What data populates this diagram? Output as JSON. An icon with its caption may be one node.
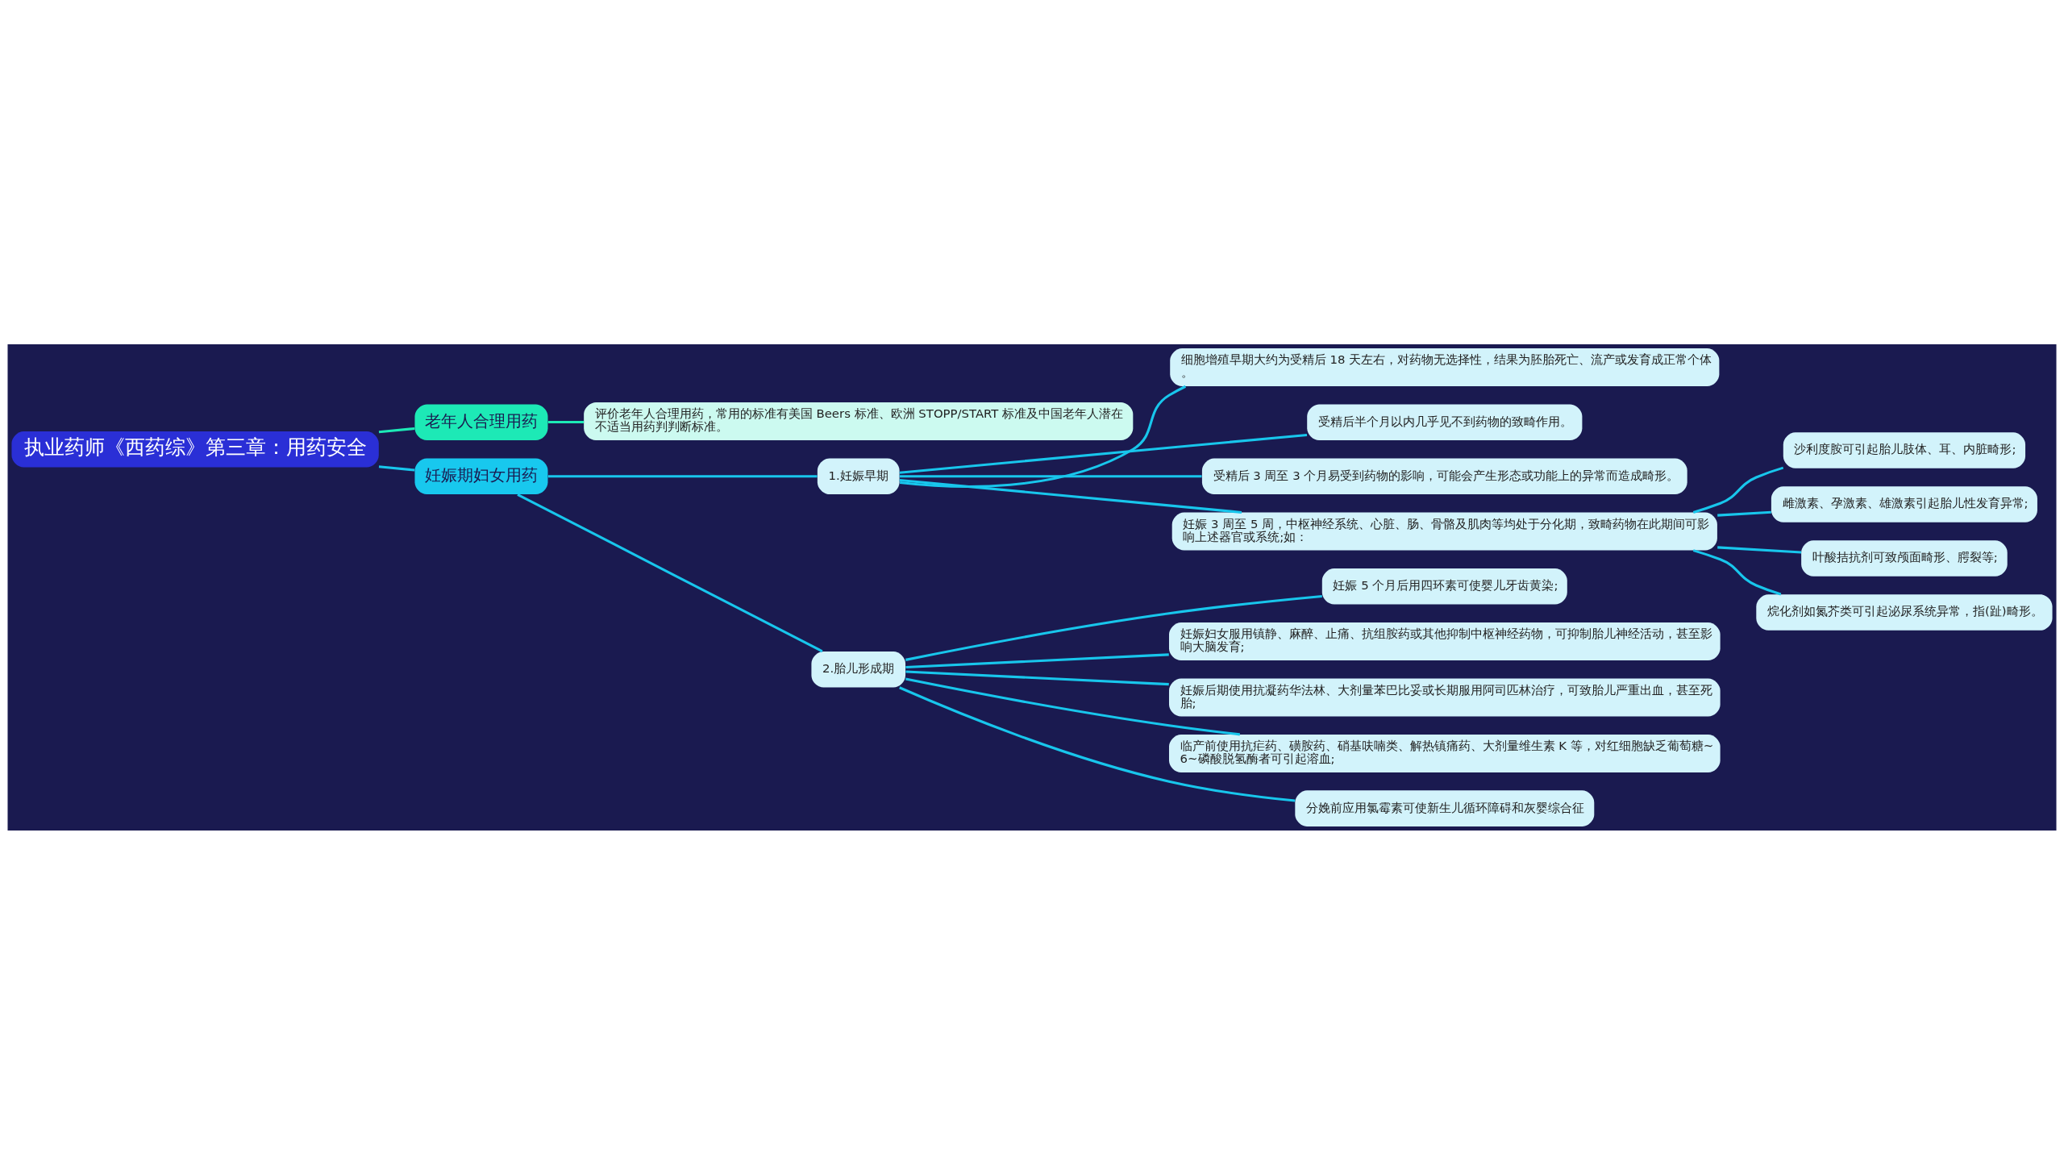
{
  "diagram": {
    "nodes": [
      {
        "text": [
          "执业药师《西药综》第三章：用药安全"
        ]
      },
      {
        "text": [
          "老年人合理用药"
        ]
      },
      {
        "text": [
          "评价老年人合理用药，常用的标准有美国 Beers 标准、欧洲 STOPP/START 标准及中国老年人潜在不适当用药判判断标准。"
        ]
      },
      {
        "text": [
          "妊娠期妇女用药"
        ]
      },
      {
        "text": [
          "1.妊娠早期"
        ]
      },
      {
        "text": [
          "细胞增殖早期大约为受精后 18 天左右，对药物无选择性，结果为胚胎死亡、流产或发育成正常个体。"
        ]
      },
      {
        "text": [
          "受精后半个月以内几乎见不到药物的致畸作用。"
        ]
      },
      {
        "text": [
          "受精后 3 周至 3 个月易受到药物的影响，可能会产生形态或功能上的异常而造成畸形。"
        ]
      },
      {
        "text": [
          "妊娠 3 周至 5 周，中枢神经系统、心脏、肠、骨骼及肌肉等均处于分化期，致畸药物在此期间可影响上述器官或系统;如："
        ]
      },
      {
        "text": [
          "沙利度胺可引起胎儿肢体、耳、内脏畸形;"
        ]
      },
      {
        "text": [
          "雌激素、孕激素、雄激素引起胎儿性发育异常;"
        ]
      },
      {
        "text": [
          "叶酸拮抗剂可致颅面畸形、腭裂等;"
        ]
      },
      {
        "text": [
          "烷化剂如氮芥类可引起泌尿系统异常，指(趾)畸形。"
        ]
      },
      {
        "text": [
          "2.胎儿形成期"
        ]
      },
      {
        "text": [
          "妊娠 5 个月后用四环素可使婴儿牙齿黄染;"
        ]
      },
      {
        "text": [
          "妊娠妇女服用镇静、麻醉、止痛、抗组胺药或其他抑制中枢神经药物，可抑制胎儿神经活动，甚至影响大脑发育;"
        ]
      },
      {
        "text": [
          "妊娠后期使用抗凝药华法林、大剂量苯巴比妥或长期服用阿司匹林治疗，可致胎儿严重出血，甚至死胎;"
        ]
      },
      {
        "text": [
          "临产前使用抗疟药、磺胺药、硝基呋喃类、解热镇痛药、大剂量维生素 K 等，对红细胞缺乏葡萄糖~6~磷酸脱氢酶者可引起溶血;"
        ]
      },
      {
        "text": [
          "分娩前应用氯霉素可使新生儿循环障碍和灰婴综合征"
        ]
      }
    ],
    "edges": [
      {
        "from": 0,
        "to": 1,
        "arrow": "none",
        "color": "#1de9b6"
      },
      {
        "from": 1,
        "to": 2,
        "arrow": "none",
        "color": "#1de9b6"
      },
      {
        "from": 0,
        "to": 3,
        "arrow": "none"
      },
      {
        "from": 3,
        "to": 4,
        "arrow": "none"
      },
      {
        "from": 4,
        "to": 5,
        "arrow": "none"
      },
      {
        "from": 4,
        "to": 6,
        "arrow": "none"
      },
      {
        "from": 4,
        "to": 7,
        "arrow": "none"
      },
      {
        "from": 4,
        "to": 8,
        "arrow": "none"
      },
      {
        "from": 8,
        "to": 9,
        "arrow": "none"
      },
      {
        "from": 8,
        "to": 10,
        "arrow": "none"
      },
      {
        "from": 8,
        "to": 11,
        "arrow": "none"
      },
      {
        "from": 8,
        "to": 12,
        "arrow": "none"
      },
      {
        "from": 3,
        "to": 13,
        "arrow": "none"
      },
      {
        "from": 13,
        "to": 14,
        "arrow": "none"
      },
      {
        "from": 13,
        "to": 15,
        "arrow": "none"
      },
      {
        "from": 13,
        "to": 16,
        "arrow": "none"
      },
      {
        "from": 13,
        "to": 17,
        "arrow": "none"
      },
      {
        "from": 13,
        "to": 18,
        "arrow": "none"
      }
    ]
  }
}
